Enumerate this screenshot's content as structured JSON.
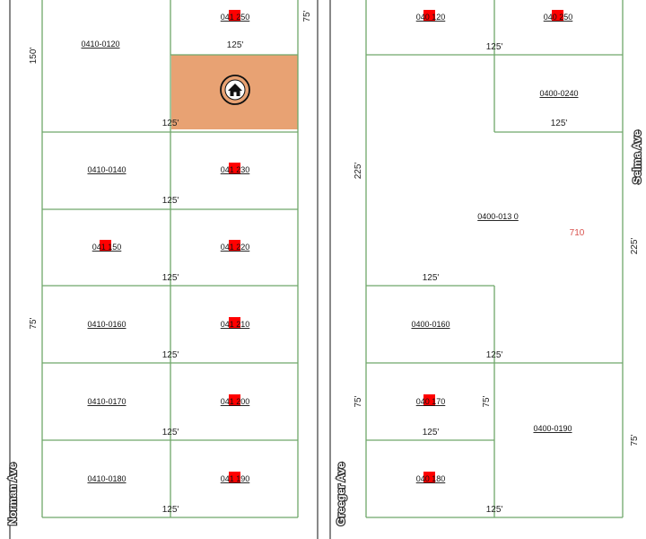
{
  "colors": {
    "lot_line": "#6fa86a",
    "street_line": "#555555",
    "selected_parcel": "#e8a273",
    "marker": "#ff0000",
    "address_number": "#d9534f"
  },
  "streets": {
    "norman": "Norman Ave",
    "greeger": "Greeger Ave",
    "selma": "Selma Ave"
  },
  "parcels": {
    "p0120": "0410-0120",
    "p0250": "041   250",
    "p0140": "0410-0140",
    "p0230": "041   230",
    "p0150": "041   150",
    "p0220": "041   220",
    "p0160": "0410-0160",
    "p0210": "041   210",
    "p0170": "0410-0170",
    "p0200": "041   200",
    "p0180": "0410-0180",
    "p0190": "041   190",
    "r0120": "040   120",
    "r0250": "040   250",
    "r0240": "0400-0240",
    "r0130": "0400-013 0",
    "r0160": "0400-0160",
    "r0170": "040   170",
    "r0190": "0400-0190",
    "r0180": "040   180"
  },
  "dimensions": {
    "d150": "150'",
    "d75_top": "75'",
    "d125_a": "125'",
    "d125_b": "125'",
    "d125_c": "125'",
    "d125_d": "125'",
    "d125_e": "125'",
    "d125_f": "125'",
    "d125_g": "125'",
    "d75_left": "75'",
    "r125_a": "125'",
    "r125_b": "125'",
    "r225_left": "225'",
    "r225_right": "225'",
    "r125_c": "125'",
    "r125_d": "125'",
    "r75_a": "75'",
    "r75_b": "75'",
    "r125_e": "125'",
    "r75_right": "75'",
    "r125_f": "125'"
  },
  "address_number": "710",
  "selected_parcel": {
    "icon": "home-icon"
  }
}
